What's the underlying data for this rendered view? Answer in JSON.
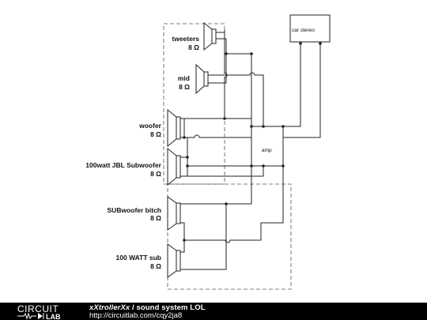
{
  "diagram": {
    "labels": {
      "car_stereo": "car stereo",
      "amp": "amp",
      "tweeters": "tweeters",
      "mid": "mid",
      "woofer": "woofer",
      "jbl_sub": "100watt JBL Subwoofer",
      "sub_bitch": "SUBwoofer bitch",
      "watt_sub": "100 WATT sub",
      "impedance": "8 Ω"
    }
  },
  "footer": {
    "logo_top": "CIRCUIT",
    "logo_bottom": "LAB",
    "author": "xXtrollerXx",
    "separator": " / ",
    "title": "sound system LOL",
    "url": "http://circuitlab.com/cqy2ja8"
  },
  "colors": {
    "background": "#ffffff",
    "wire": "#222222",
    "footer_bg": "#000000",
    "footer_text": "#ffffff"
  }
}
